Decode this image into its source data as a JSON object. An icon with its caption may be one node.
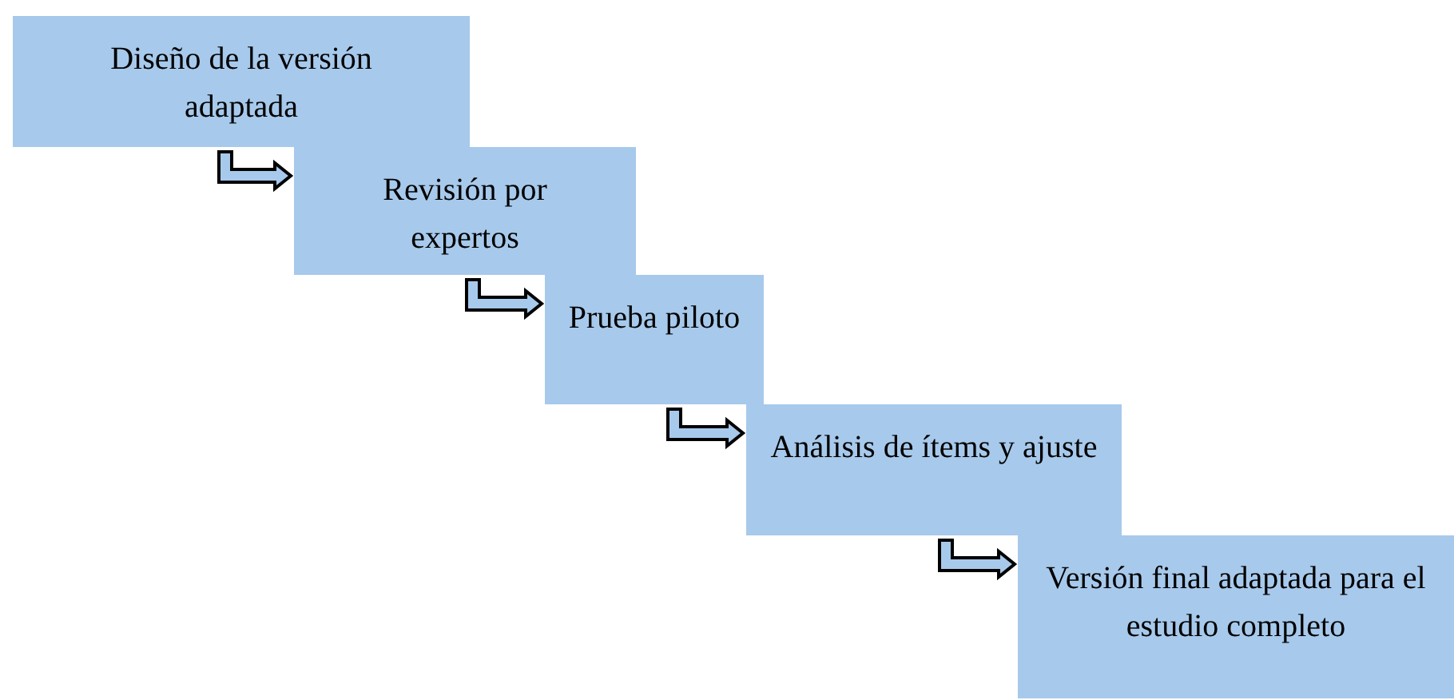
{
  "diagram": {
    "nodes": [
      {
        "text": [
          "Diseño de la versión adaptada"
        ]
      },
      {
        "text": [
          "Revisión por expertos"
        ]
      },
      {
        "text": [
          "Prueba piloto"
        ]
      },
      {
        "text": [
          "Análisis de ítems y ajuste"
        ]
      },
      {
        "text": [
          "Versión final adaptada para el estudio completo"
        ]
      }
    ],
    "edges": [
      {
        "from": 0,
        "to": 1,
        "arrow": "to"
      },
      {
        "from": 1,
        "to": 2,
        "arrow": "to"
      },
      {
        "from": 2,
        "to": 3,
        "arrow": "to"
      },
      {
        "from": 3,
        "to": 4,
        "arrow": "to"
      }
    ]
  }
}
